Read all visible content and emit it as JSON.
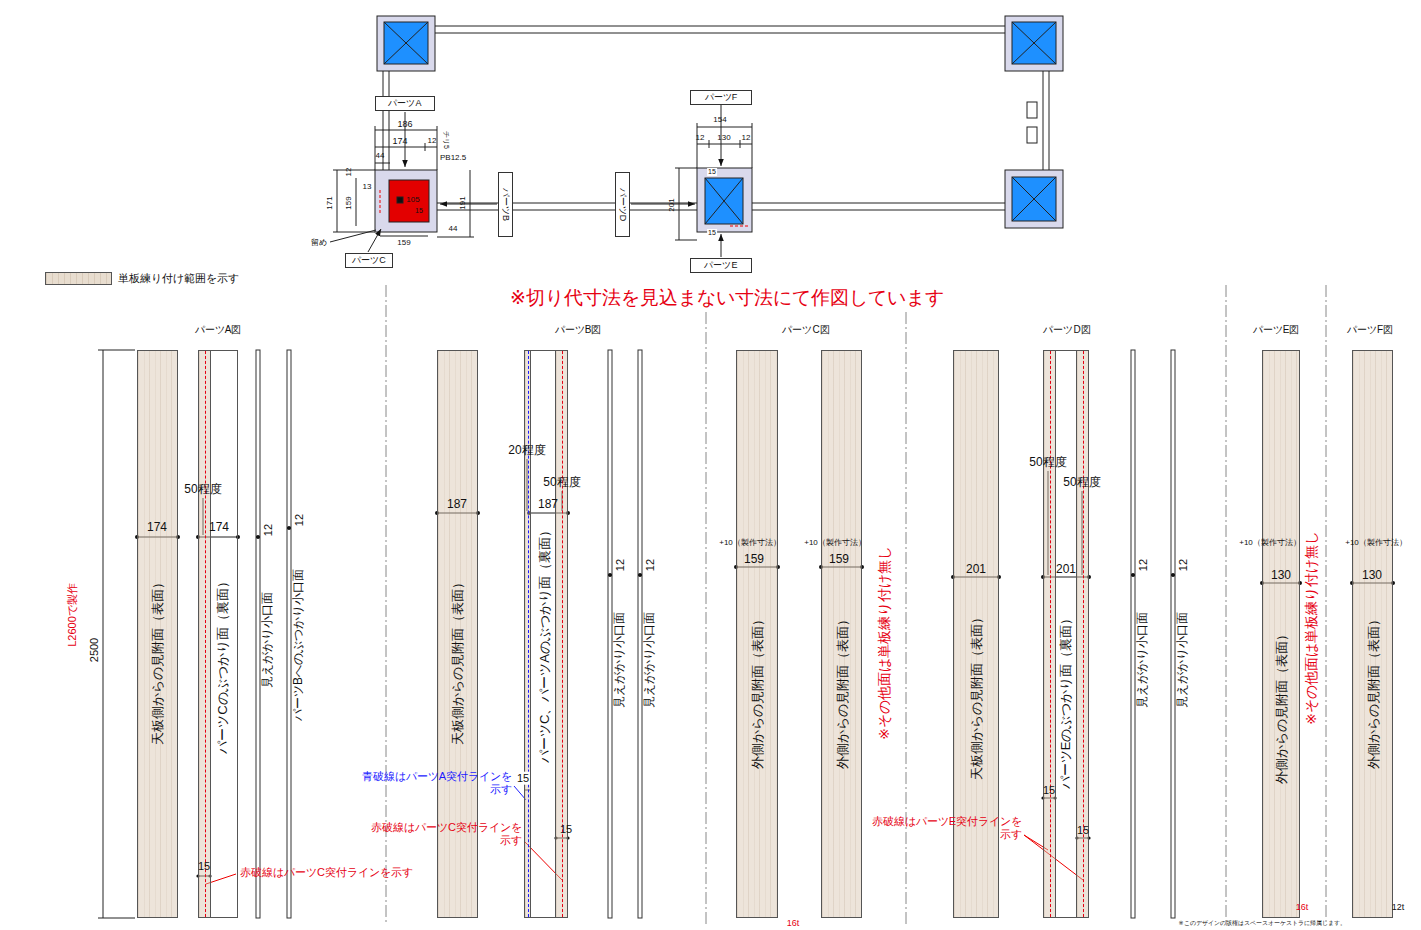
{
  "diagram": {
    "title": "※切り代寸法を見込まない寸法にて作図しています",
    "nodes": [
      {
        "text": [
          "パーツA"
        ]
      },
      {
        "text": [
          "パーツF"
        ]
      },
      {
        "text": [
          "パーツB"
        ]
      },
      {
        "text": [
          "パーツD"
        ]
      },
      {
        "text": [
          "パーツC"
        ]
      },
      {
        "text": [
          "パーツE"
        ]
      },
      {
        "text": [
          "天板側からの見附面（表面）"
        ]
      },
      {
        "text": [
          "パーツCのぶつかり面（裏面）"
        ]
      },
      {
        "text": [
          "天板側からの見附面（表面）"
        ]
      },
      {
        "text": [
          "パーツC、パーツAのぶつかり面（裏面）"
        ]
      },
      {
        "text": [
          "外側からの見附面（表面）"
        ]
      },
      {
        "text": [
          "外側からの見附面（表面）"
        ]
      },
      {
        "text": [
          "天板側からの見附面（表面）"
        ]
      },
      {
        "text": [
          "パーツEのぶつかり面（裏面）"
        ]
      },
      {
        "text": [
          "外側からの見附面（表面）"
        ]
      },
      {
        "text": [
          "外側からの見附面（表面）"
        ]
      }
    ],
    "labels": [
      "186",
      "174",
      "12",
      "チリ5",
      "PB12.5",
      "44",
      "12",
      "13",
      "171",
      "159",
      "105",
      "15",
      "191",
      "44",
      "159",
      "留め",
      "154",
      "12",
      "130",
      "12",
      "201",
      "15",
      "15",
      "パーツA図",
      "パーツB図",
      "パーツC図",
      "パーツD図",
      "パーツE図",
      "パーツF図",
      "L2600で製作",
      "2500",
      "50程度",
      "174",
      "174",
      "12",
      "12",
      "見えがかり小口面",
      "パーツBへのぶつかり小口面",
      "15",
      "赤破線はパーツC突付ラインを示す",
      "20程度",
      "50程度",
      "187",
      "187",
      "12",
      "12",
      "見えがかり小口面",
      "見えがかり小口面",
      "青破線はパーツA突付ラインを 示す",
      "15",
      "赤破線はパーツC突付ラインを 示す",
      "15",
      "+10（製作寸法）",
      "159",
      "+10（製作寸法）",
      "159",
      "※その他面は単板練り付け無し",
      "16t",
      "50程度",
      "50程度",
      "201",
      "201",
      "12",
      "12",
      "見えがかり小口面",
      "見えがかり小口面",
      "15",
      "赤破線はパーツE突付ラインを 示す",
      "15",
      "+10（製作寸法）",
      "130",
      "※その他面は単板練り付け無し",
      "16t",
      "+10（製作寸法）",
      "130",
      "12t",
      "※このデザインの版権はスペースオーケストラに帰属します。"
    ],
    "legend": [
      {
        "text": "単板練り付け範囲を示す",
        "color": "#e8ddcf"
      }
    ]
  }
}
